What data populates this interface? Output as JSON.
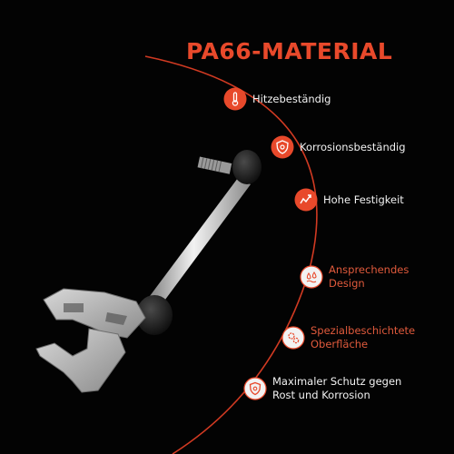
{
  "title": "PA66-MATERIAL",
  "colors": {
    "accent": "#e8492b",
    "background": "#030303",
    "text": "#f2f2f2"
  },
  "features": [
    {
      "label": "Hitzebeständig",
      "icon": "thermometer-icon",
      "style": "filled"
    },
    {
      "label": "Korrosionsbeständig",
      "icon": "shield-gear-icon",
      "style": "filled"
    },
    {
      "label": "Hohe Festigkeit",
      "icon": "strength-arrow-icon",
      "style": "filled"
    },
    {
      "label_line1": "Ansprechendes",
      "label_line2": "Design",
      "icon": "drops-icon",
      "style": "outline"
    },
    {
      "label_line1": "Spezialbeschichtete",
      "label_line2": "Oberfläche",
      "icon": "gears-icon",
      "style": "outline"
    },
    {
      "label_line1": "Maximaler Schutz gegen",
      "label_line2": "Rost und Korrosion",
      "icon": "shield-icon",
      "style": "outline"
    }
  ]
}
